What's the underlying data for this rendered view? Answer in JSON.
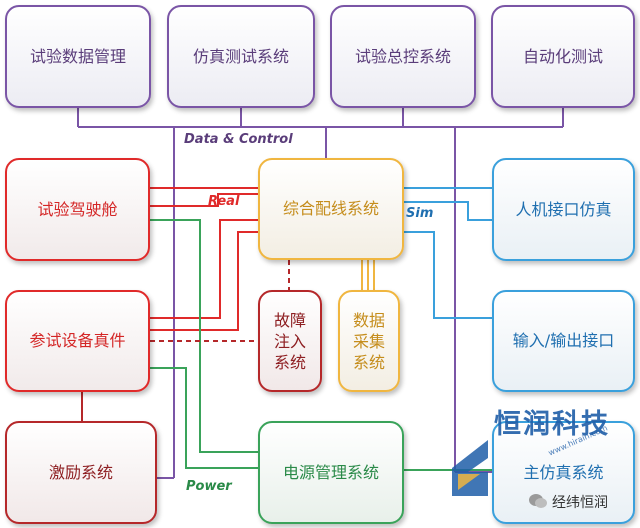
{
  "top_row": [
    {
      "label": "试验数据管理"
    },
    {
      "label": "仿真测试系统"
    },
    {
      "label": "试验总控系统"
    },
    {
      "label": "自动化测试"
    }
  ],
  "left_column": [
    {
      "label": "试验驾驶舱"
    },
    {
      "label": "参试设备真件"
    },
    {
      "label": "激励系统"
    }
  ],
  "center": {
    "wiring": "综合配线系统",
    "fault_injection": [
      "故障",
      "注入",
      "系统"
    ],
    "data_acquisition": [
      "数据",
      "采集",
      "系统"
    ],
    "power": "电源管理系统"
  },
  "right_column": [
    {
      "label": "人机接口仿真"
    },
    {
      "label": "输入/输出接口"
    },
    {
      "label": "主仿真系统"
    }
  ],
  "bus_labels": {
    "data_control": "Data & Control",
    "real": "Real",
    "sim": "Sim",
    "power": "Power"
  },
  "watermark": {
    "company": "恒润科技",
    "url": "www.hirain.com",
    "wechat_account": "经纬恒润"
  },
  "colors": {
    "data_control": "#7a55a6",
    "real": "#e02a2a",
    "sim": "#3aa0dc",
    "power": "#3aa35a",
    "orange": "#f0b640",
    "fault": "#b5282a"
  }
}
